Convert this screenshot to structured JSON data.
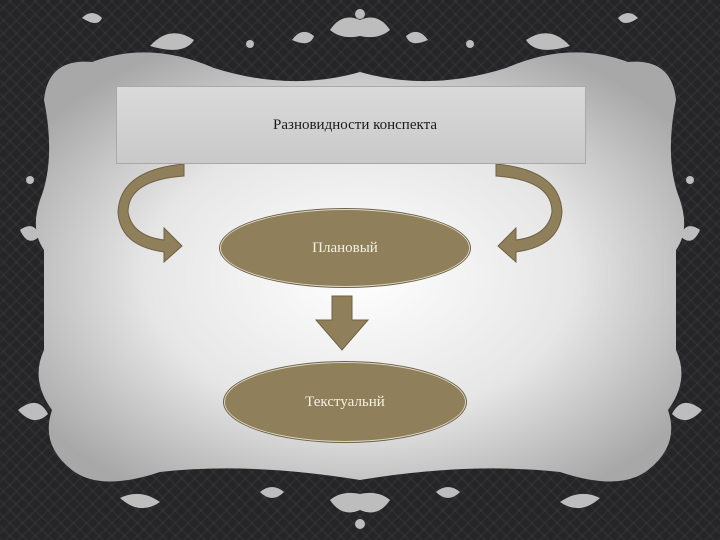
{
  "diagram": {
    "title": "Разновидности  конспекта",
    "nodes": [
      {
        "id": "plan",
        "label": "Плановый"
      },
      {
        "id": "text",
        "label": "Текстуальнй"
      }
    ],
    "edges": [
      {
        "from": "title",
        "to": "plan",
        "kind": "curved-arrow-left"
      },
      {
        "from": "title",
        "to": "plan",
        "kind": "curved-arrow-right"
      },
      {
        "from": "plan",
        "to": "text",
        "kind": "down-arrow"
      }
    ]
  },
  "colors": {
    "background": "#252527",
    "frame": "#dadada",
    "ornament": "#bdbdbd",
    "node_fill": "#8f7f5a",
    "arrow_fill": "#8f7f5a",
    "title_box": "#cfcfcf"
  }
}
